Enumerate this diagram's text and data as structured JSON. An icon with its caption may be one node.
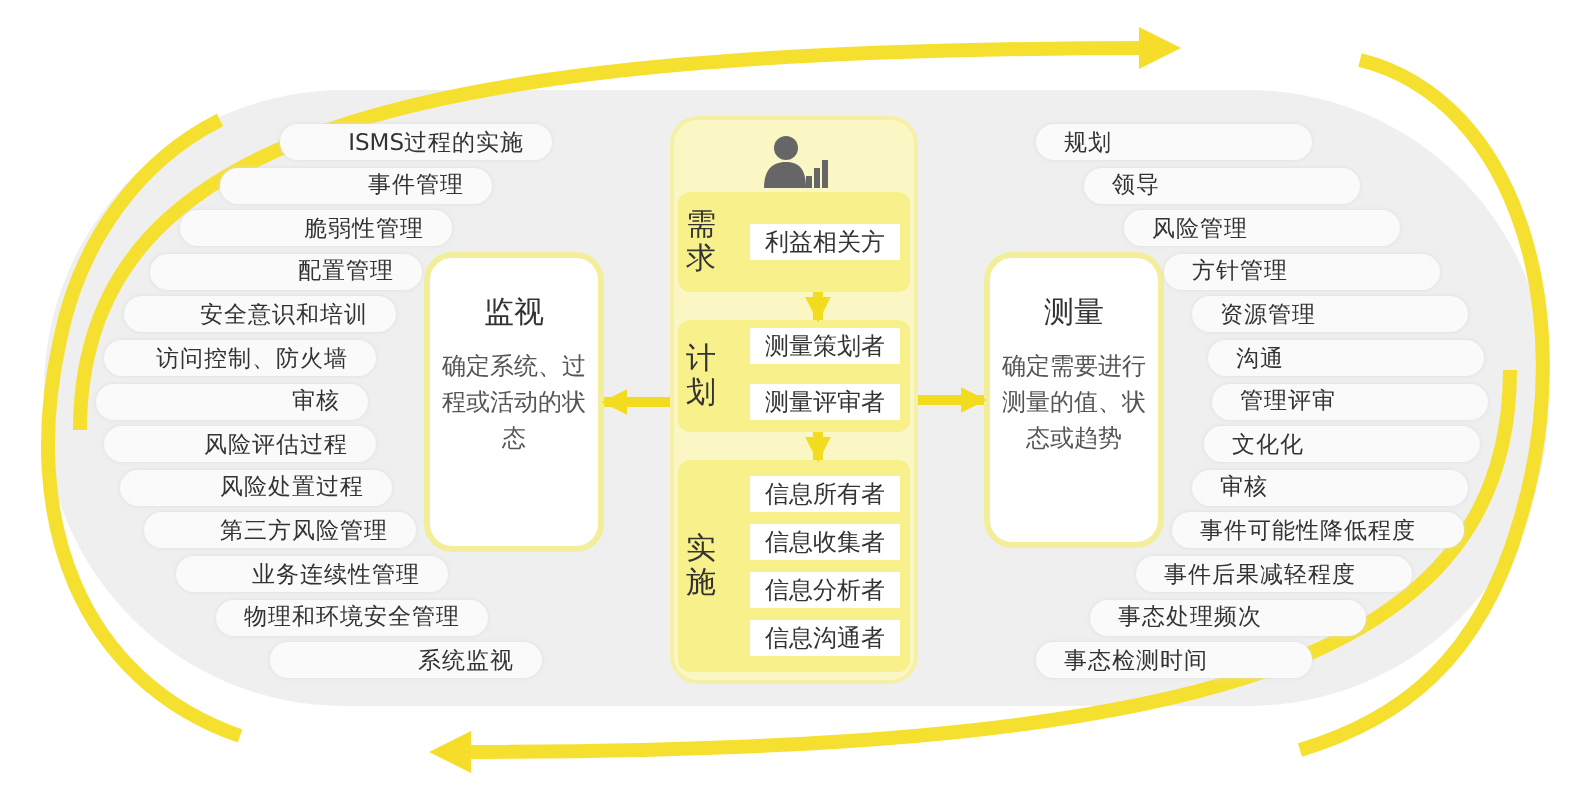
{
  "diagram": {
    "nodes": [
      {
        "text": [],
        "shape": "box"
      },
      {
        "text": [
          "需求"
        ],
        "in": 0
      },
      {
        "text": [
          "利益相关方"
        ],
        "in": 1
      },
      {
        "text": [
          "计划"
        ],
        "in": 0
      },
      {
        "text": [
          "测量策划者"
        ],
        "in": 3
      },
      {
        "text": [
          "测量评审者"
        ],
        "in": 3
      },
      {
        "text": [
          "实施"
        ],
        "in": 0
      },
      {
        "text": [
          "信息所有者"
        ],
        "in": 6
      },
      {
        "text": [
          "信息收集者"
        ],
        "in": 6
      },
      {
        "text": [
          "信息分析者"
        ],
        "in": 6
      },
      {
        "text": [
          "信息沟通者"
        ],
        "in": 6
      },
      {
        "text": [
          "监视",
          "确定系统、过程或活动的状态"
        ]
      },
      {
        "text": [
          "测量",
          "确定需要进行测量的值、状态或趋势"
        ]
      },
      {
        "text": [
          "ISMS过程的实施"
        ]
      },
      {
        "text": [
          "事件管理"
        ]
      },
      {
        "text": [
          "脆弱性管理"
        ]
      },
      {
        "text": [
          "配置管理"
        ]
      },
      {
        "text": [
          "安全意识和培训"
        ]
      },
      {
        "text": [
          "访问控制、防火墙"
        ]
      },
      {
        "text": [
          "审核"
        ]
      },
      {
        "text": [
          "风险评估过程"
        ]
      },
      {
        "text": [
          "风险处置过程"
        ]
      },
      {
        "text": [
          "第三方风险管理"
        ]
      },
      {
        "text": [
          "业务连续性管理"
        ]
      },
      {
        "text": [
          "物理和环境安全管理"
        ]
      },
      {
        "text": [
          "系统监视"
        ]
      },
      {
        "text": [
          "规划"
        ]
      },
      {
        "text": [
          "领导"
        ]
      },
      {
        "text": [
          "风险管理"
        ]
      },
      {
        "text": [
          "方针管理"
        ]
      },
      {
        "text": [
          "资源管理"
        ]
      },
      {
        "text": [
          "沟通"
        ]
      },
      {
        "text": [
          "管理评审"
        ]
      },
      {
        "text": [
          "文化化"
        ]
      },
      {
        "text": [
          "审核"
        ]
      },
      {
        "text": [
          "事件可能性降低程度"
        ]
      },
      {
        "text": [
          "事件后果减轻程度"
        ]
      },
      {
        "text": [
          "事态处理频次"
        ]
      },
      {
        "text": [
          "事态检测时间"
        ]
      }
    ],
    "edges": [
      {
        "from": 1,
        "to": 3,
        "arrow": "to"
      },
      {
        "from": 3,
        "to": 6,
        "arrow": "to"
      },
      {
        "from": 0,
        "to": 11,
        "arrow": "to"
      },
      {
        "from": 0,
        "to": 12,
        "arrow": "to"
      }
    ]
  }
}
